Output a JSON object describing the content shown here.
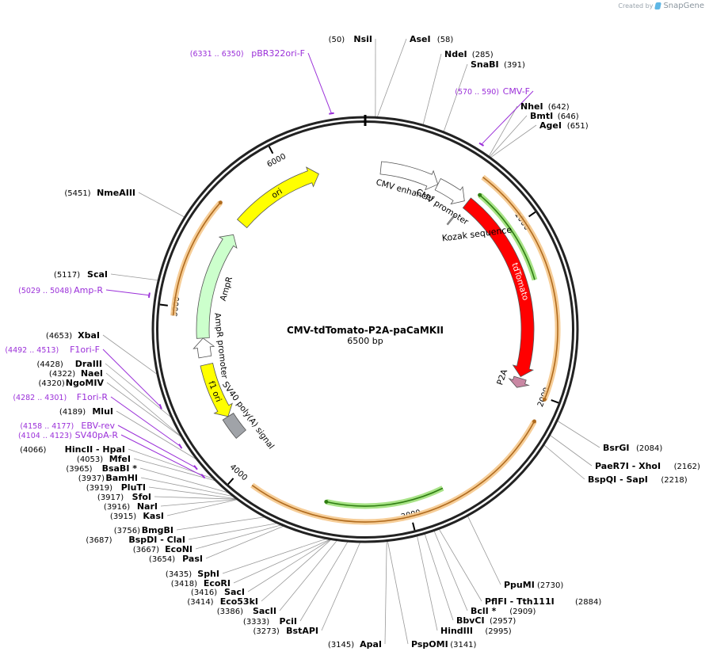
{
  "credit": {
    "prefix": "Created by",
    "brand": "SnapGene"
  },
  "map": {
    "name": "CMV-tdTomato-P2A-paCaMKII",
    "length_label": "6500 bp",
    "length": 6500
  },
  "ticks": [
    {
      "pos": 1000,
      "label": "1000"
    },
    {
      "pos": 2000,
      "label": "2000"
    },
    {
      "pos": 3000,
      "label": "3000"
    },
    {
      "pos": 4000,
      "label": "4000"
    },
    {
      "pos": 5000,
      "label": "5000"
    },
    {
      "pos": 6000,
      "label": "6000"
    }
  ],
  "features": [
    {
      "name": "ori",
      "start": 5610,
      "end": 6200,
      "dir": 1,
      "color": "#ffff00",
      "type": "wide",
      "label_inside": true
    },
    {
      "name": "CMV enhancer",
      "start": 100,
      "end": 480,
      "dir": 1,
      "color": "#ffffff",
      "type": "wide",
      "label_inside": false
    },
    {
      "name": "CMV promoter",
      "start": 480,
      "end": 680,
      "dir": 1,
      "color": "#ffffff",
      "type": "wide",
      "label_inside": false
    },
    {
      "name": "tdTomato",
      "start": 700,
      "end": 1930,
      "dir": 1,
      "color": "#ff0000",
      "type": "wide",
      "label_inside": true
    },
    {
      "name": "P2A",
      "start": 1940,
      "end": 2003,
      "dir": 1,
      "color": "#c987a3",
      "type": "wide",
      "label_inside": false
    },
    {
      "name": "Kozak sequence",
      "start": 683,
      "end": 692,
      "dir": 0,
      "color": "#888888",
      "type": "mark",
      "label_inside": false
    },
    {
      "name": "AmpR",
      "start": 4820,
      "end": 5520,
      "dir": 1,
      "color": "#ccffcc",
      "type": "wide",
      "label_inside": false
    },
    {
      "name": "AmpR promoter",
      "start": 4700,
      "end": 4820,
      "dir": 1,
      "color": "#ffffff",
      "type": "wide",
      "label_inside": false
    },
    {
      "name": "f1 ori",
      "start": 4290,
      "end": 4650,
      "dir": -1,
      "color": "#ffff00",
      "type": "wide",
      "label_inside": true
    },
    {
      "name": "SV40 poly(A) signal",
      "start": 4150,
      "end": 4290,
      "dir": 0,
      "color": "#a0a3a8",
      "type": "wide",
      "label_inside": false
    }
  ],
  "outer_features": [
    {
      "name": "orf-1",
      "start": 680,
      "end": 2010,
      "color": "#f5c88c",
      "line": "#b06b1e",
      "dir": 1
    },
    {
      "name": "orf-2",
      "start": 2140,
      "end": 3900,
      "color": "#f5c88c",
      "line": "#b06b1e",
      "dir": -1
    },
    {
      "name": "orf-3",
      "start": 4950,
      "end": 5620,
      "color": "#f5c88c",
      "line": "#b06b1e",
      "dir": 1
    },
    {
      "name": "orf-4",
      "start": 730,
      "end": 1330,
      "color": "#9fe07a",
      "line": "#2f7d12",
      "dir": -1
    },
    {
      "name": "orf-5",
      "start": 2780,
      "end": 3480,
      "color": "#9fe07a",
      "line": "#2f7d12",
      "dir": 1
    }
  ],
  "primers": [
    {
      "name": "pBR322ori-F",
      "range": "(6331 .. 6350)",
      "pos": 6340
    },
    {
      "name": "CMV-F",
      "range": "(570 .. 590)",
      "pos": 580
    },
    {
      "name": "Amp-R",
      "range": "(5029 .. 5048)",
      "pos": 5038
    },
    {
      "name": "F1ori-F",
      "range": "(4492 .. 4513)",
      "pos": 4502
    },
    {
      "name": "F1ori-R",
      "range": "(4282 .. 4301)",
      "pos": 4292
    },
    {
      "name": "EBV-rev",
      "range": "(4158 .. 4177)",
      "pos": 4168
    },
    {
      "name": "SV40pA-R",
      "range": "(4104 .. 4123)",
      "pos": 4114
    }
  ],
  "sites": [
    {
      "name": "NsiI",
      "pos": "(50)",
      "bp": 50
    },
    {
      "name": "AseI",
      "pos": "(58)",
      "bp": 58
    },
    {
      "name": "NdeI",
      "pos": "(285)",
      "bp": 285
    },
    {
      "name": "SnaBI",
      "pos": "(391)",
      "bp": 391
    },
    {
      "name": "NheI",
      "pos": "(642)",
      "bp": 642
    },
    {
      "name": "BmtI",
      "pos": "(646)",
      "bp": 646
    },
    {
      "name": "AgeI",
      "pos": "(651)",
      "bp": 651
    },
    {
      "name": "BsrGI",
      "pos": "(2084)",
      "bp": 2084
    },
    {
      "name": "PaeR7I - XhoI",
      "pos": "(2162)",
      "bp": 2162
    },
    {
      "name": "BspQI - SapI",
      "pos": "(2218)",
      "bp": 2218
    },
    {
      "name": "PpuMI",
      "pos": "(2730)",
      "bp": 2730
    },
    {
      "name": "PflFI - Tth111I",
      "pos": "(2884)",
      "bp": 2884
    },
    {
      "name": "BclI *",
      "pos": "(2909)",
      "bp": 2909
    },
    {
      "name": "BbvCI",
      "pos": "(2957)",
      "bp": 2957
    },
    {
      "name": "HindIII",
      "pos": "(2995)",
      "bp": 2995
    },
    {
      "name": "PspOMI",
      "pos": "(3141)",
      "bp": 3141
    },
    {
      "name": "ApaI",
      "pos": "(3145)",
      "bp": 3145
    },
    {
      "name": "BstAPI",
      "pos": "(3273)",
      "bp": 3273
    },
    {
      "name": "PciI",
      "pos": "(3333)",
      "bp": 3333
    },
    {
      "name": "SacII",
      "pos": "(3386)",
      "bp": 3386
    },
    {
      "name": "Eco53kI",
      "pos": "(3414)",
      "bp": 3414
    },
    {
      "name": "SacI",
      "pos": "(3416)",
      "bp": 3416
    },
    {
      "name": "EcoRI",
      "pos": "(3418)",
      "bp": 3418
    },
    {
      "name": "SphI",
      "pos": "(3435)",
      "bp": 3435
    },
    {
      "name": "PasI",
      "pos": "(3654)",
      "bp": 3654
    },
    {
      "name": "EcoNI",
      "pos": "(3667)",
      "bp": 3667
    },
    {
      "name": "BspDI - ClaI",
      "pos": "(3687)",
      "bp": 3687
    },
    {
      "name": "BmgBI",
      "pos": "(3756)",
      "bp": 3756
    },
    {
      "name": "KasI",
      "pos": "(3915)",
      "bp": 3915
    },
    {
      "name": "NarI",
      "pos": "(3916)",
      "bp": 3916
    },
    {
      "name": "SfoI",
      "pos": "(3917)",
      "bp": 3917
    },
    {
      "name": "PluTI",
      "pos": "(3919)",
      "bp": 3919
    },
    {
      "name": "BamHI",
      "pos": "(3937)",
      "bp": 3937
    },
    {
      "name": "BsaBI *",
      "pos": "(3965)",
      "bp": 3965
    },
    {
      "name": "MfeI",
      "pos": "(4053)",
      "bp": 4053
    },
    {
      "name": "HincII - HpaI",
      "pos": "(4066)",
      "bp": 4066
    },
    {
      "name": "MluI",
      "pos": "(4189)",
      "bp": 4189
    },
    {
      "name": "NgoMIV",
      "pos": "(4320)",
      "bp": 4320
    },
    {
      "name": "NaeI",
      "pos": "(4322)",
      "bp": 4322
    },
    {
      "name": "DraIII",
      "pos": "(4428)",
      "bp": 4428
    },
    {
      "name": "XbaI",
      "pos": "(4653)",
      "bp": 4653
    },
    {
      "name": "ScaI",
      "pos": "(5117)",
      "bp": 5117
    },
    {
      "name": "NmeAIII",
      "pos": "(5451)",
      "bp": 5451
    }
  ]
}
